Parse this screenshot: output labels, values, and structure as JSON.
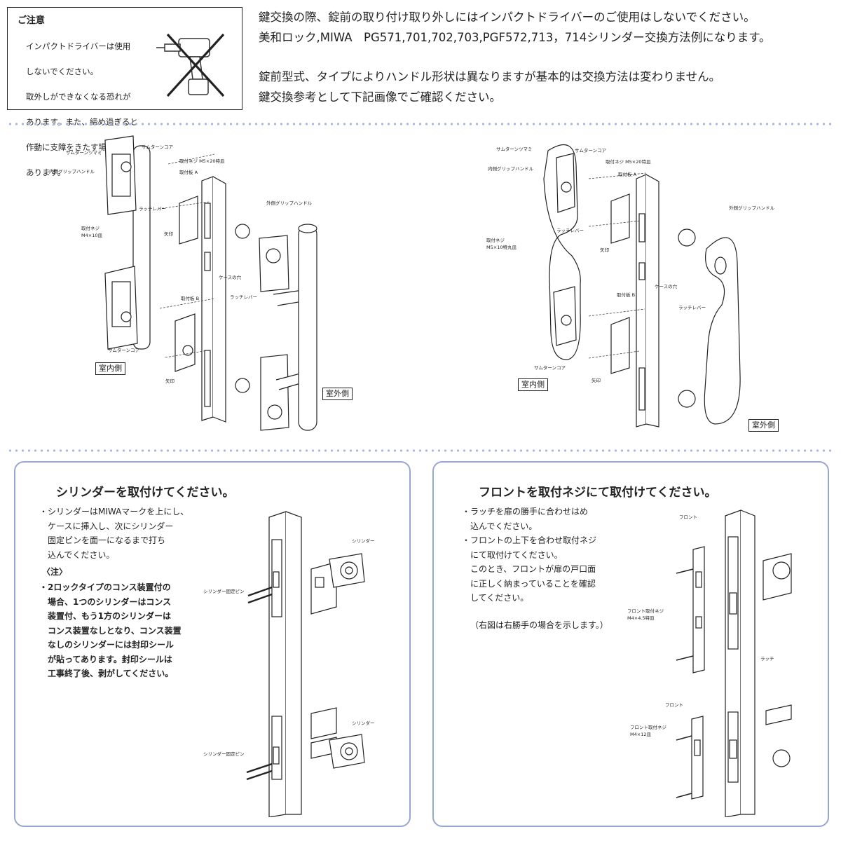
{
  "caution": {
    "title": "ご注意",
    "lines": [
      "インパクトドライバーは使用",
      "しないでください。",
      "取外しができなくなる恐れが",
      "あります。また、締め過ぎると",
      "作動に支障をきたす場合が",
      "あります。"
    ]
  },
  "top_note": {
    "line1": "鍵交換の際、錠前の取り付け取り外しにはインパクトドライバーのご使用はしないでください。",
    "line2": "美和ロック,MIWA　PG571,701,702,703,PGF572,713，714シリンダー交換方法例になります。",
    "line3": "錠前型式、タイプによりハンドル形状は異なりますが基本的は交換方法は変わりません。",
    "line4": "鍵交換参考として下記画像でご確認ください。"
  },
  "diagram_left": {
    "labels": {
      "thumbturn_knob": "サムターンツマミ",
      "thumbturn_core_top": "サムターンコア",
      "inner_handle": "内側グリップハンドル",
      "screw_m5": "取付ネジ M5×20特皿",
      "plate_a": "取付板 A",
      "latch_lever_upper": "ラッチレバー",
      "screw_m4": "取付ネジ",
      "screw_m4_size": "M4×10皿",
      "arrow_mark_upper": "矢印",
      "outer_handle": "外側グリップハンドル",
      "case_hole": "ケースの穴",
      "latch_lever_lower": "ラッチレバー",
      "plate_b": "取付板 B",
      "thumbturn_core_bottom": "サムターンコア",
      "arrow_mark_lower": "矢印"
    },
    "indoor_tag": "室内側",
    "outdoor_tag": "室外側"
  },
  "diagram_right": {
    "labels": {
      "thumbturn_knob": "サムターンツマミ",
      "thumbturn_core_top": "サムターンコア",
      "inner_handle": "内側グリップハンドル",
      "screw_m5": "取付ネジ M5×20特皿",
      "plate_a": "取付板 A",
      "latch_lever_upper": "ラッチレバー",
      "arrow_mark_upper": "矢印",
      "screw_m5_round": "取付ネジ",
      "screw_m5_round_size": "M5×10特丸皿",
      "outer_handle": "外側グリップハンドル",
      "case_hole": "ケースの穴",
      "latch_lever_lower": "ラッチレバー",
      "plate_b": "取付板 B",
      "thumbturn_core_bottom": "サムターンコア",
      "arrow_mark_lower": "矢印"
    },
    "indoor_tag": "室内側",
    "outdoor_tag": "室外側"
  },
  "panel_left": {
    "title": "シリンダーを取付けてください。",
    "body": "・シリンダーはMIWAマークを上にし、\n　ケースに挿入し、次にシリンダー\n　固定ピンを面一になるまで打ち\n　込んでください。",
    "note_head": "〈注〉",
    "note_body": "・2ロックタイプのコンス装置付の\n　場合、1つのシリンダーはコンス\n　装置付、もう1方のシリンダーは\n　コンス装置なしとなり、コンス装置\n　なしのシリンダーには封印シール\n　が貼ってあります。封印シールは\n　工事終了後、剥がしてください。",
    "labels": {
      "cylinder_top": "シリンダー",
      "pin_top": "シリンダー固定ピン",
      "cylinder_bottom": "シリンダー",
      "pin_bottom": "シリンダー固定ピン"
    }
  },
  "panel_right": {
    "title": "フロントを取付ネジにて取付けてください。",
    "body": "・ラッチを扉の勝手に合わせはめ\n　込んでください。\n・フロントの上下を合わせ取付ネジ\n　にて取付けてください。\n　このとき、フロントが扉の戸口面\n　に正しく納まっていることを確認\n　してください。",
    "note": "（右図は右勝手の場合を示します。）",
    "labels": {
      "front_top": "フロント",
      "screw_a": "フロント取付ネジ",
      "screw_a_size": "M4×4.5特皿",
      "latch": "ラッチ",
      "front_bottom": "フロント",
      "screw_b": "フロント取付ネジ",
      "screw_b_size": "M4×12皿"
    }
  }
}
